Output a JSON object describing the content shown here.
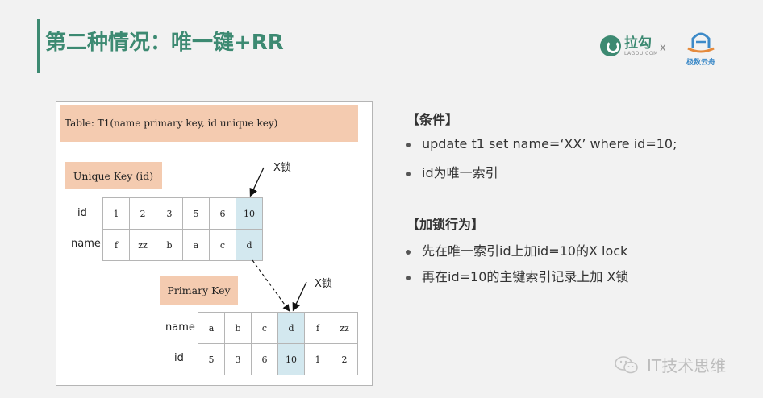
{
  "slide": {
    "title": "第二种情况：唯一键+RR"
  },
  "logos": {
    "lagou_main": "拉勾",
    "lagou_sub": "LAGOU.COM",
    "separator": "x",
    "yunzhou": "极数云舟"
  },
  "diagram": {
    "table_label": "Table: T1(name primary key, id unique key)",
    "unique_key_label": "Unique Key (id)",
    "primary_key_label": "Primary Key",
    "x_lock_1": "X锁",
    "x_lock_2": "X锁",
    "unique_rows": {
      "id_label": "id",
      "name_label": "name",
      "ids": [
        "1",
        "2",
        "3",
        "5",
        "6",
        "10"
      ],
      "names": [
        "f",
        "zz",
        "b",
        "a",
        "c",
        "d"
      ]
    },
    "primary_rows": {
      "name_label": "name",
      "id_label": "id",
      "names": [
        "a",
        "b",
        "c",
        "d",
        "f",
        "zz"
      ],
      "ids": [
        "5",
        "3",
        "6",
        "10",
        "1",
        "2"
      ]
    }
  },
  "conditions": {
    "heading": "【条件】",
    "items": [
      "update t1 set name=‘XX’ where id=10;",
      "id为唯一索引"
    ]
  },
  "locking": {
    "heading": "【加锁行为】",
    "items": [
      "先在唯一索引id上加id=10的X lock",
      "再在id=10的主键索引记录上加 X锁"
    ]
  },
  "watermark": {
    "text": "IT技术思维"
  }
}
